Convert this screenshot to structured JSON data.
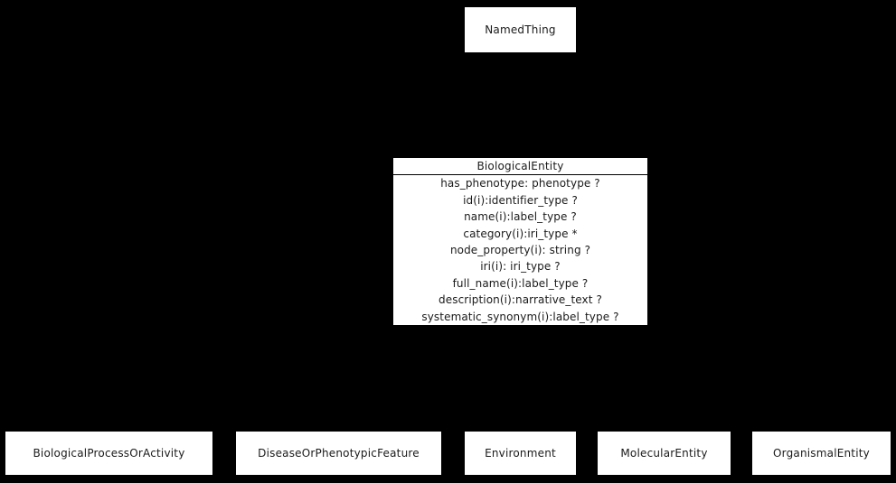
{
  "diagram": {
    "type": "uml_class_inheritance",
    "colors": {
      "background": "#000000",
      "node_fill": "#ffffff",
      "node_border": "#000000",
      "text": "#1a1a1a"
    },
    "parent": {
      "title": "NamedThing"
    },
    "focus": {
      "title": "BiologicalEntity",
      "attributes": [
        "has_phenotype: phenotype ?",
        "id(i):identifier_type ?",
        "name(i):label_type ?",
        "category(i):iri_type *",
        "node_property(i): string ?",
        "iri(i): iri_type ?",
        "full_name(i):label_type ?",
        "description(i):narrative_text ?",
        "systematic_synonym(i):label_type ?"
      ]
    },
    "children": [
      {
        "title": "BiologicalProcessOrActivity"
      },
      {
        "title": "DiseaseOrPhenotypicFeature"
      },
      {
        "title": "Environment"
      },
      {
        "title": "MolecularEntity"
      },
      {
        "title": "OrganismalEntity"
      }
    ],
    "edges": [
      {
        "from": "BiologicalEntity",
        "to": "NamedThing",
        "relation": "is_a"
      },
      {
        "from": "BiologicalProcessOrActivity",
        "to": "BiologicalEntity",
        "relation": "is_a"
      },
      {
        "from": "DiseaseOrPhenotypicFeature",
        "to": "BiologicalEntity",
        "relation": "is_a"
      },
      {
        "from": "Environment",
        "to": "BiologicalEntity",
        "relation": "is_a"
      },
      {
        "from": "MolecularEntity",
        "to": "BiologicalEntity",
        "relation": "is_a"
      },
      {
        "from": "OrganismalEntity",
        "to": "BiologicalEntity",
        "relation": "is_a"
      }
    ]
  }
}
